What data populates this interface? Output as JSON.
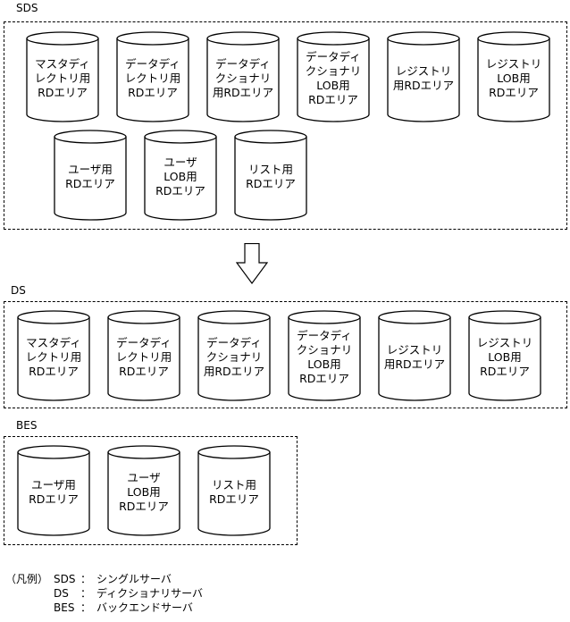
{
  "groups": [
    {
      "id": "sds",
      "label": "SDS",
      "areas": [
        [
          "マスタディ",
          "レクトリ用",
          "RDエリア"
        ],
        [
          "データディ",
          "レクトリ用",
          "RDエリア"
        ],
        [
          "データディ",
          "クショナリ",
          "用RDエリア"
        ],
        [
          "データディ",
          "クショナリ",
          "LOB用",
          "RDエリア"
        ],
        [
          "レジストリ",
          "用RDエリア"
        ],
        [
          "レジストリ",
          "LOB用",
          "RDエリア"
        ],
        [
          "ユーザ用",
          "RDエリア"
        ],
        [
          "ユーザ",
          "LOB用",
          "RDエリア"
        ],
        [
          "リスト用",
          "RDエリア"
        ]
      ]
    },
    {
      "id": "ds",
      "label": "DS",
      "areas": [
        [
          "マスタディ",
          "レクトリ用",
          "RDエリア"
        ],
        [
          "データディ",
          "レクトリ用",
          "RDエリア"
        ],
        [
          "データディ",
          "クショナリ",
          "用RDエリア"
        ],
        [
          "データディ",
          "クショナリ",
          "LOB用",
          "RDエリア"
        ],
        [
          "レジストリ",
          "用RDエリア"
        ],
        [
          "レジストリ",
          "LOB用",
          "RDエリア"
        ]
      ]
    },
    {
      "id": "bes",
      "label": "BES",
      "areas": [
        [
          "ユーザ用",
          "RDエリア"
        ],
        [
          "ユーザ",
          "LOB用",
          "RDエリア"
        ],
        [
          "リスト用",
          "RDエリア"
        ]
      ]
    }
  ],
  "legend": {
    "title": "（凡例）",
    "entries": [
      {
        "abbr": "SDS",
        "sep": "：",
        "desc": "シングルサーバ"
      },
      {
        "abbr": "DS",
        "sep": "：",
        "desc": "ディクショナリサーバ"
      },
      {
        "abbr": "BES",
        "sep": "：",
        "desc": "バックエンドサーバ"
      }
    ]
  }
}
